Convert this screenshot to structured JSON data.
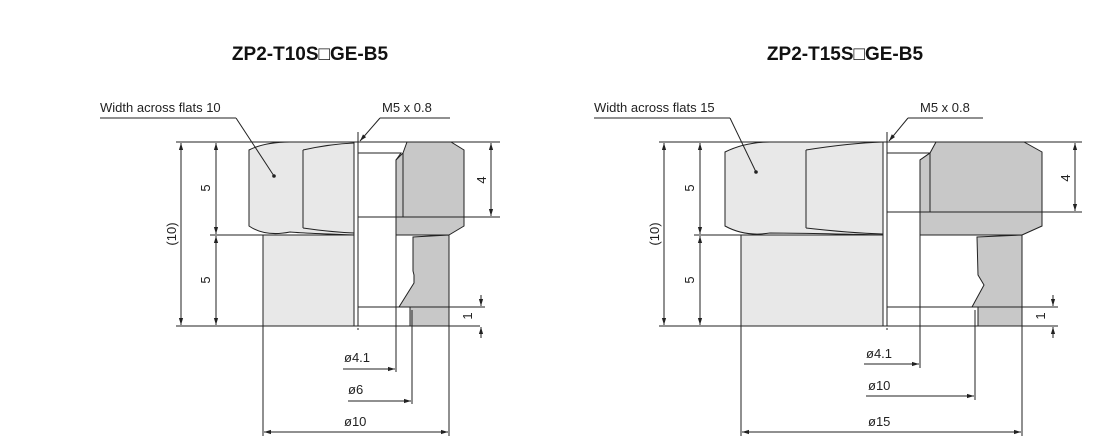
{
  "drawings": [
    {
      "title": "ZP2-T10S□GE-B5",
      "callout_flats": "Width across flats 10",
      "callout_thread": "M5 x 0.8",
      "dim_total": "(10)",
      "dim_upper": "5",
      "dim_lower": "5",
      "dim_thread_depth": "4",
      "dim_step": "1",
      "dia_inner": "ø4.1",
      "dia_mid": "ø6",
      "dia_outer": "ø10"
    },
    {
      "title": "ZP2-T15S□GE-B5",
      "callout_flats": "Width across flats 15",
      "callout_thread": "M5 x 0.8",
      "dim_total": "(10)",
      "dim_upper": "5",
      "dim_lower": "5",
      "dim_thread_depth": "4",
      "dim_step": "1",
      "dia_inner": "ø4.1",
      "dia_mid": "ø10",
      "dia_outer": "ø15"
    }
  ]
}
